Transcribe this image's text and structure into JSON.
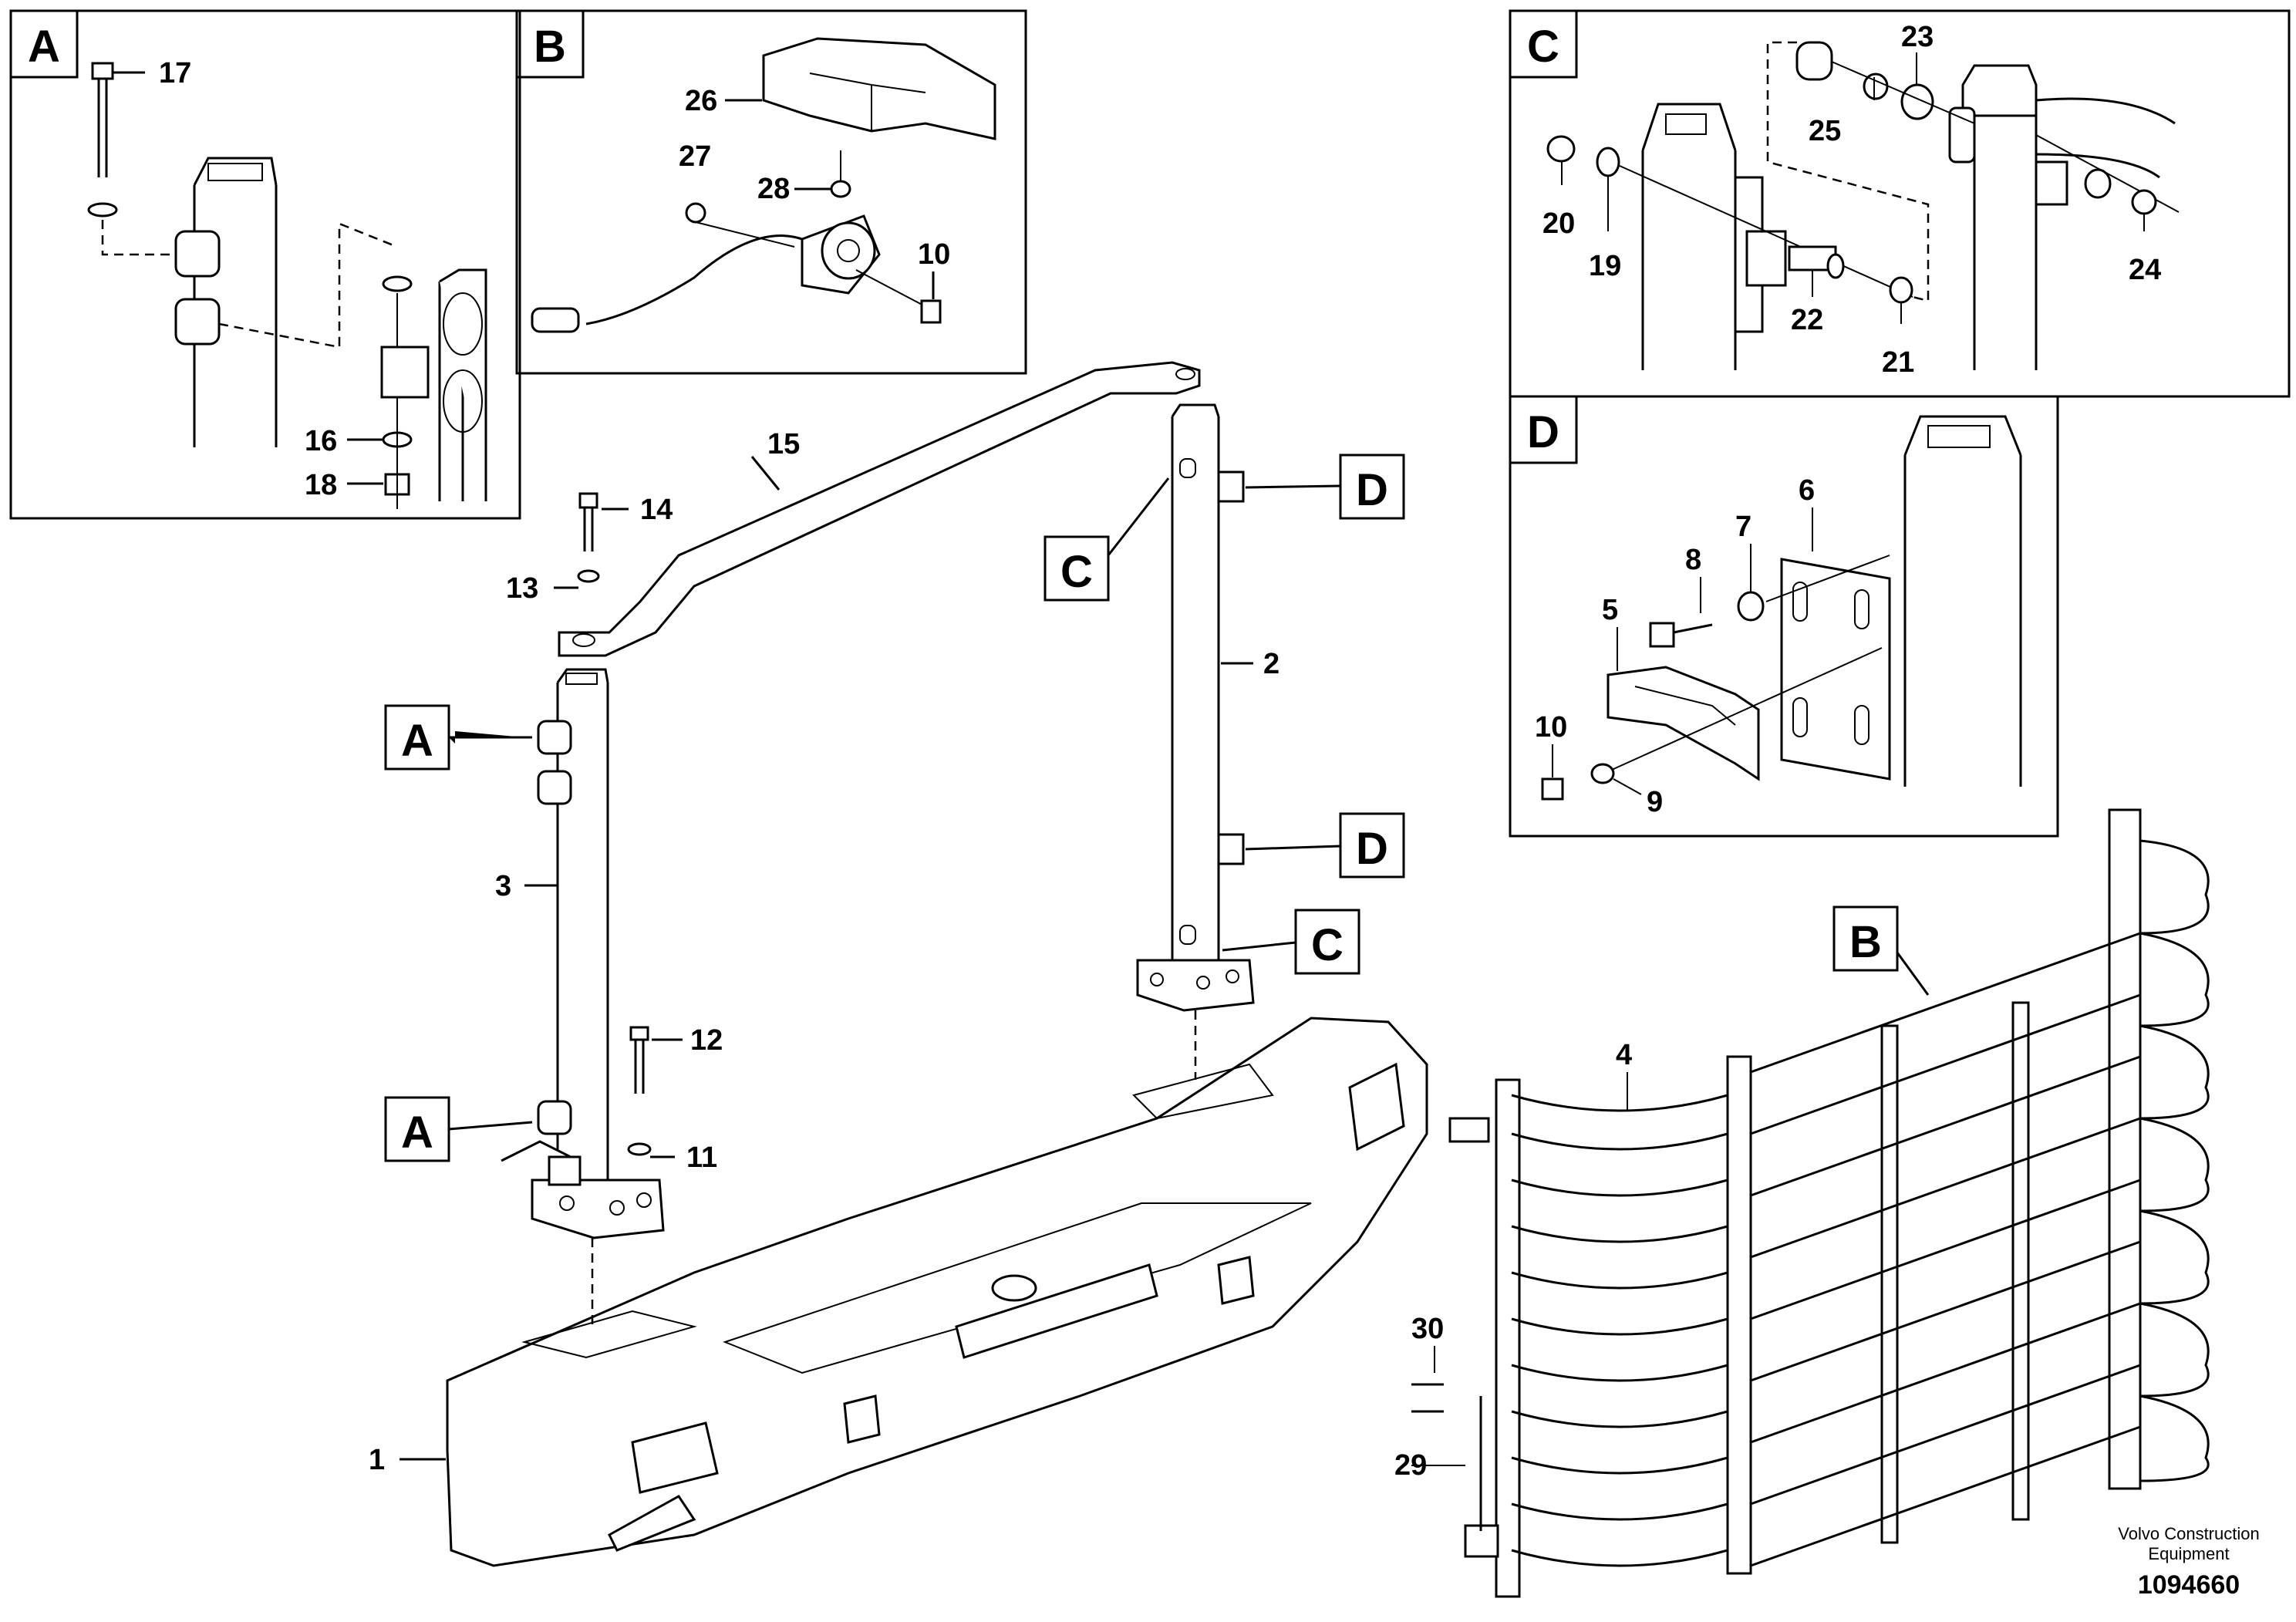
{
  "detail_views": {
    "A": {
      "letter": "A"
    },
    "B": {
      "letter": "B"
    },
    "C": {
      "letter": "C"
    },
    "D": {
      "letter": "D"
    }
  },
  "callouts": {
    "main_A1": "A",
    "main_A2": "A",
    "main_C1": "C",
    "main_C2": "C",
    "main_D1": "D",
    "main_D2": "D",
    "main_B": "B"
  },
  "parts": {
    "p1": "1",
    "p2": "2",
    "p3": "3",
    "p4": "4",
    "p5": "5",
    "p6": "6",
    "p7": "7",
    "p8": "8",
    "p9": "9",
    "p10a": "10",
    "p10b": "10",
    "p11": "11",
    "p12": "12",
    "p13": "13",
    "p14": "14",
    "p15": "15",
    "p16": "16",
    "p17": "17",
    "p18": "18",
    "p19": "19",
    "p20": "20",
    "p21": "21",
    "p22": "22",
    "p23": "23",
    "p24": "24",
    "p25": "25",
    "p26": "26",
    "p27": "27",
    "p28": "28",
    "p29": "29",
    "p30": "30"
  },
  "footer": {
    "brand_line1": "Volvo Construction",
    "brand_line2": "Equipment",
    "doc_number": "1094660"
  }
}
